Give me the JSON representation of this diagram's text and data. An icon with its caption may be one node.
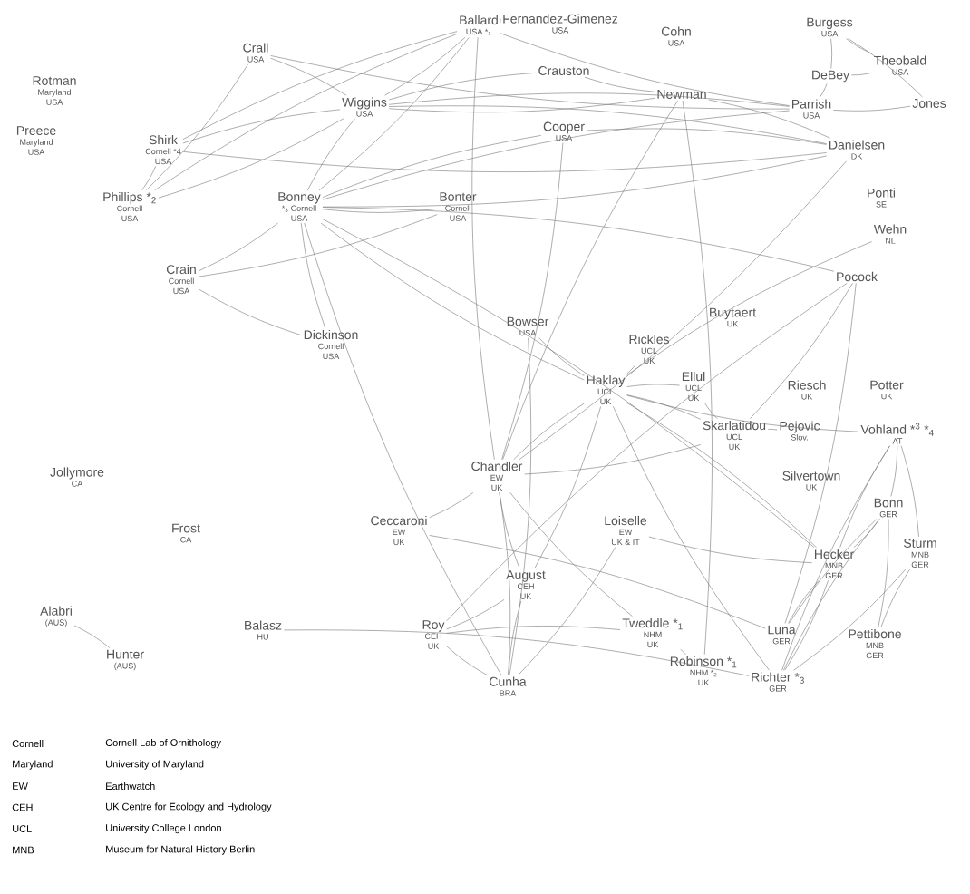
{
  "diagram": {
    "nodes": [
      {
        "text": [
          "Rotman",
          "Maryland",
          "USA"
        ]
      },
      {
        "text": [
          "Preece",
          "Maryland",
          "USA"
        ]
      },
      {
        "text": [
          "Crall",
          "USA"
        ]
      },
      {
        "text": [
          "Ballard",
          "USA *$_{1}$"
        ]
      },
      {
        "text": [
          "Fernandez-Gimenez",
          "USA"
        ]
      },
      {
        "text": [
          "Cohn",
          "USA"
        ]
      },
      {
        "text": [
          "Burgess",
          "USA"
        ]
      },
      {
        "text": [
          "Theobald",
          "USA"
        ]
      },
      {
        "text": [
          "DeBey"
        ]
      },
      {
        "text": [
          "Jones"
        ]
      },
      {
        "text": [
          "Parrish",
          "USA"
        ]
      },
      {
        "text": [
          "Wiggins",
          "USA"
        ]
      },
      {
        "text": [
          "Crauston"
        ]
      },
      {
        "text": [
          "Newman"
        ]
      },
      {
        "text": [
          "Cooper",
          "USA"
        ]
      },
      {
        "text": [
          "Danielsen",
          "DK"
        ]
      },
      {
        "text": [
          "Shirk",
          "Cornell *4",
          "USA"
        ]
      },
      {
        "text": [
          "Phillips *$_{2}$",
          "Cornell",
          "USA"
        ]
      },
      {
        "text": [
          "Bonney",
          "*$_{3}$ Cornell",
          "USA"
        ]
      },
      {
        "text": [
          "Bonter",
          "Cornell",
          "USA"
        ]
      },
      {
        "text": [
          "Ponti",
          "SE"
        ]
      },
      {
        "text": [
          "Wehn",
          "NL"
        ]
      },
      {
        "text": [
          "Crain",
          "Cornell",
          "USA"
        ]
      },
      {
        "text": [
          "Dickinson",
          "Cornell",
          "USA"
        ]
      },
      {
        "text": [
          "Bowser",
          "USA"
        ]
      },
      {
        "text": [
          "Pocock"
        ]
      },
      {
        "text": [
          "Buytaert",
          "UK"
        ]
      },
      {
        "text": [
          "Rickles",
          "UCL",
          "UK"
        ]
      },
      {
        "text": [
          "Haklay",
          "UCL",
          "UK"
        ]
      },
      {
        "text": [
          "Ellul",
          "UCL",
          "UK"
        ]
      },
      {
        "text": [
          "Riesch",
          "UK"
        ]
      },
      {
        "text": [
          "Potter",
          "UK"
        ]
      },
      {
        "text": [
          "Skarlatidou",
          "UCL",
          "UK"
        ]
      },
      {
        "text": [
          "Pejovic",
          "Slov."
        ]
      },
      {
        "text": [
          "Vohland *$^{3}$ *$_{4}$",
          "AT"
        ]
      },
      {
        "text": [
          "Jollymore",
          "CA"
        ]
      },
      {
        "text": [
          "Chandler",
          "EW",
          "UK"
        ]
      },
      {
        "text": [
          "Ceccaroni",
          "EW",
          "UK"
        ]
      },
      {
        "text": [
          "Silvertown",
          "UK"
        ]
      },
      {
        "text": [
          "Frost",
          "CA"
        ]
      },
      {
        "text": [
          "Loiselle",
          "EW",
          "UK & IT"
        ]
      },
      {
        "text": [
          "Bonn",
          "GER"
        ]
      },
      {
        "text": [
          "Hecker",
          "MNB",
          "GER"
        ]
      },
      {
        "text": [
          "Sturm",
          "MNB",
          "GER"
        ]
      },
      {
        "text": [
          "August",
          "CEH",
          "UK"
        ]
      },
      {
        "text": [
          "Alabri",
          "(AUS)"
        ]
      },
      {
        "text": [
          "Hunter",
          "(AUS)"
        ]
      },
      {
        "text": [
          "Balasz",
          "HU"
        ]
      },
      {
        "text": [
          "Roy",
          "CEH",
          "UK"
        ]
      },
      {
        "text": [
          "Tweddle *$_{1}$",
          "NHM",
          "UK"
        ]
      },
      {
        "text": [
          "Robinson *$_{1}$",
          "NHM *$_{2}$",
          "UK"
        ]
      },
      {
        "text": [
          "Luna",
          "GER"
        ]
      },
      {
        "text": [
          "Pettibone",
          "MNB",
          "GER"
        ]
      },
      {
        "text": [
          "Cunha",
          "BRA"
        ]
      },
      {
        "text": [
          "Richter *$_{3}$",
          "GER"
        ]
      }
    ],
    "edges": [
      {
        "from": 2,
        "to": 11,
        "arrow": "none"
      },
      {
        "from": 2,
        "to": 10,
        "arrow": "none"
      },
      {
        "from": 3,
        "to": 4,
        "arrow": "none"
      },
      {
        "from": 3,
        "to": 10,
        "arrow": "none"
      },
      {
        "from": 3,
        "to": 11,
        "arrow": "none"
      },
      {
        "from": 3,
        "to": 17,
        "arrow": "none"
      },
      {
        "from": 3,
        "to": 18,
        "arrow": "none"
      },
      {
        "from": 3,
        "to": 36,
        "arrow": "none"
      },
      {
        "from": 6,
        "to": 8,
        "arrow": "none"
      },
      {
        "from": 6,
        "to": 7,
        "arrow": "none"
      },
      {
        "from": 6,
        "to": 9,
        "arrow": "none"
      },
      {
        "from": 8,
        "to": 7,
        "arrow": "none"
      },
      {
        "from": 8,
        "to": 10,
        "arrow": "none"
      },
      {
        "from": 10,
        "to": 9,
        "arrow": "none"
      },
      {
        "from": 11,
        "to": 12,
        "arrow": "none"
      },
      {
        "from": 11,
        "to": 13,
        "arrow": "none"
      },
      {
        "from": 11,
        "to": 10,
        "arrow": "none"
      },
      {
        "from": 11,
        "to": 16,
        "arrow": "none"
      },
      {
        "from": 11,
        "to": 17,
        "arrow": "none"
      },
      {
        "from": 11,
        "to": 18,
        "arrow": "none"
      },
      {
        "from": 11,
        "to": 15,
        "arrow": "none"
      },
      {
        "from": 12,
        "to": 13,
        "arrow": "none"
      },
      {
        "from": 16,
        "to": 3,
        "arrow": "none"
      },
      {
        "from": 16,
        "to": 15,
        "arrow": "none"
      },
      {
        "from": 16,
        "to": 17,
        "arrow": "none"
      },
      {
        "from": 17,
        "to": 2,
        "arrow": "none"
      },
      {
        "from": 13,
        "to": 15,
        "arrow": "none"
      },
      {
        "from": 13,
        "to": 36,
        "arrow": "none"
      },
      {
        "from": 14,
        "to": 15,
        "arrow": "none"
      },
      {
        "from": 14,
        "to": 18,
        "arrow": "none"
      },
      {
        "from": 14,
        "to": 36,
        "arrow": "none"
      },
      {
        "from": 18,
        "to": 19,
        "arrow": "none"
      },
      {
        "from": 18,
        "to": 10,
        "arrow": "none"
      },
      {
        "from": 18,
        "to": 15,
        "arrow": "none"
      },
      {
        "from": 18,
        "to": 22,
        "arrow": "none"
      },
      {
        "from": 18,
        "to": 23,
        "arrow": "none"
      },
      {
        "from": 18,
        "to": 25,
        "arrow": "none"
      },
      {
        "from": 18,
        "to": 28,
        "arrow": "none"
      },
      {
        "from": 18,
        "to": 42,
        "arrow": "none"
      },
      {
        "from": 18,
        "to": 53,
        "arrow": "none"
      },
      {
        "from": 19,
        "to": 22,
        "arrow": "none"
      },
      {
        "from": 22,
        "to": 23,
        "arrow": "none"
      },
      {
        "from": 15,
        "to": 36,
        "arrow": "none"
      },
      {
        "from": 21,
        "to": 28,
        "arrow": "none"
      },
      {
        "from": 25,
        "to": 32,
        "arrow": "none"
      },
      {
        "from": 25,
        "to": 48,
        "arrow": "none"
      },
      {
        "from": 25,
        "to": 51,
        "arrow": "none"
      },
      {
        "from": 24,
        "to": 28,
        "arrow": "none"
      },
      {
        "from": 24,
        "to": 53,
        "arrow": "none"
      },
      {
        "from": 28,
        "to": 27,
        "arrow": "none"
      },
      {
        "from": 28,
        "to": 29,
        "arrow": "none"
      },
      {
        "from": 28,
        "to": 34,
        "arrow": "none"
      },
      {
        "from": 28,
        "to": 32,
        "arrow": "none"
      },
      {
        "from": 28,
        "to": 36,
        "arrow": "none"
      },
      {
        "from": 28,
        "to": 42,
        "arrow": "none"
      },
      {
        "from": 28,
        "to": 54,
        "arrow": "none"
      },
      {
        "from": 28,
        "to": 44,
        "arrow": "none"
      },
      {
        "from": 29,
        "to": 32,
        "arrow": "none"
      },
      {
        "from": 32,
        "to": 33,
        "arrow": "none"
      },
      {
        "from": 36,
        "to": 32,
        "arrow": "none"
      },
      {
        "from": 34,
        "to": 41,
        "arrow": "none"
      },
      {
        "from": 34,
        "to": 42,
        "arrow": "none"
      },
      {
        "from": 34,
        "to": 43,
        "arrow": "none"
      },
      {
        "from": 34,
        "to": 54,
        "arrow": "none"
      },
      {
        "from": 47,
        "to": 54,
        "arrow": "none"
      },
      {
        "from": 36,
        "to": 44,
        "arrow": "none"
      },
      {
        "from": 36,
        "to": 53,
        "arrow": "none"
      },
      {
        "from": 36,
        "to": 49,
        "arrow": "none"
      },
      {
        "from": 37,
        "to": 51,
        "arrow": "none"
      },
      {
        "from": 37,
        "to": 36,
        "arrow": "none"
      },
      {
        "from": 40,
        "to": 53,
        "arrow": "none"
      },
      {
        "from": 40,
        "to": 42,
        "arrow": "none"
      },
      {
        "from": 41,
        "to": 42,
        "arrow": "none"
      },
      {
        "from": 41,
        "to": 51,
        "arrow": "none"
      },
      {
        "from": 41,
        "to": 52,
        "arrow": "none"
      },
      {
        "from": 41,
        "to": 54,
        "arrow": "none"
      },
      {
        "from": 42,
        "to": 54,
        "arrow": "none"
      },
      {
        "from": 42,
        "to": 51,
        "arrow": "none"
      },
      {
        "from": 43,
        "to": 54,
        "arrow": "none"
      },
      {
        "from": 43,
        "to": 52,
        "arrow": "none"
      },
      {
        "from": 44,
        "to": 48,
        "arrow": "none"
      },
      {
        "from": 44,
        "to": 53,
        "arrow": "none"
      },
      {
        "from": 48,
        "to": 49,
        "arrow": "none"
      },
      {
        "from": 48,
        "to": 53,
        "arrow": "none"
      },
      {
        "from": 49,
        "to": 50,
        "arrow": "none"
      },
      {
        "from": 50,
        "to": 13,
        "arrow": "none"
      },
      {
        "from": 45,
        "to": 46,
        "arrow": "none"
      }
    ],
    "labels": [
      "Cornell",
      "Cornell Lab of Ornithology",
      "Maryland",
      "University of Maryland",
      "EW",
      "Earthwatch",
      "CEH",
      "UK Centre for Ecology and Hydrology",
      "UCL",
      "University College London",
      "MNB",
      "Museum for Natural History Berlin"
    ]
  }
}
